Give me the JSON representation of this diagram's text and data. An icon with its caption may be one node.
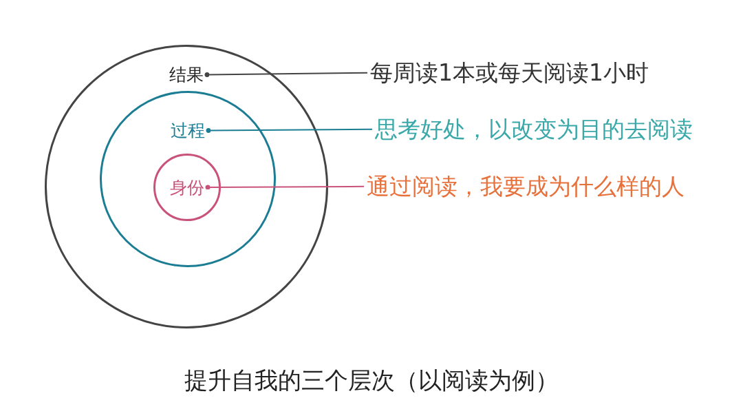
{
  "diagram": {
    "caption": "提升自我的三个层次（以阅读为例）",
    "nodes": [
      {
        "text": [
          "结果"
        ]
      },
      {
        "text": [
          "过程"
        ],
        "in": 0
      },
      {
        "text": [
          "身份"
        ],
        "in": 1
      },
      {
        "text": [
          "每周读1本或每天阅读1小时"
        ]
      },
      {
        "text": [
          "思考好处，以改变为目的去阅读"
        ]
      },
      {
        "text": [
          "通过阅读，我要成为什么样的人"
        ]
      }
    ],
    "edges": [
      {
        "from": 3,
        "to": 0,
        "arrow": "other"
      },
      {
        "from": 4,
        "to": 1,
        "arrow": "other",
        "color": "#1b7d93"
      },
      {
        "from": 5,
        "to": 2,
        "arrow": "other",
        "color": "#c9527a"
      }
    ]
  }
}
